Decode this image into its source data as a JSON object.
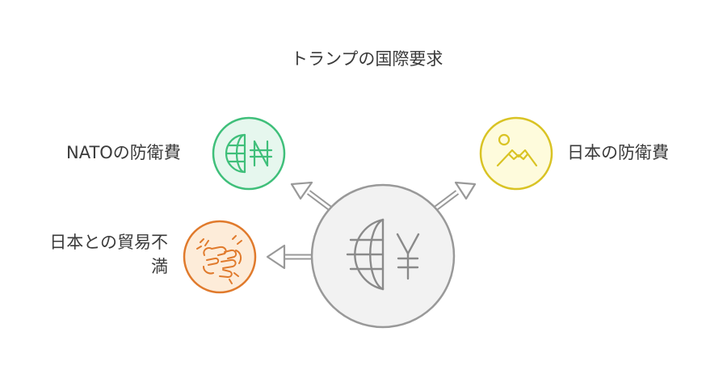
{
  "diagram": {
    "title": "トランプの国際要求",
    "nodes": {
      "center": {
        "icon": "globe-yen-icon",
        "fill": "#f2f2f2",
        "stroke": "#999999"
      },
      "nato": {
        "label": "NATOの防衛費",
        "icon": "globe-naira-icon",
        "fill": "#e6f7ee",
        "stroke": "#3fbf7a"
      },
      "japan": {
        "label": "日本の防衛費",
        "icon": "mountain-sun-icon",
        "fill": "#fefbdc",
        "stroke": "#d9c324"
      },
      "trade": {
        "label_line1": "日本との貿易不",
        "label_line2": "満",
        "icon": "fist-bump-icon",
        "fill": "#fdecd9",
        "stroke": "#e07a2c"
      }
    },
    "arrow_color": "#999999"
  }
}
